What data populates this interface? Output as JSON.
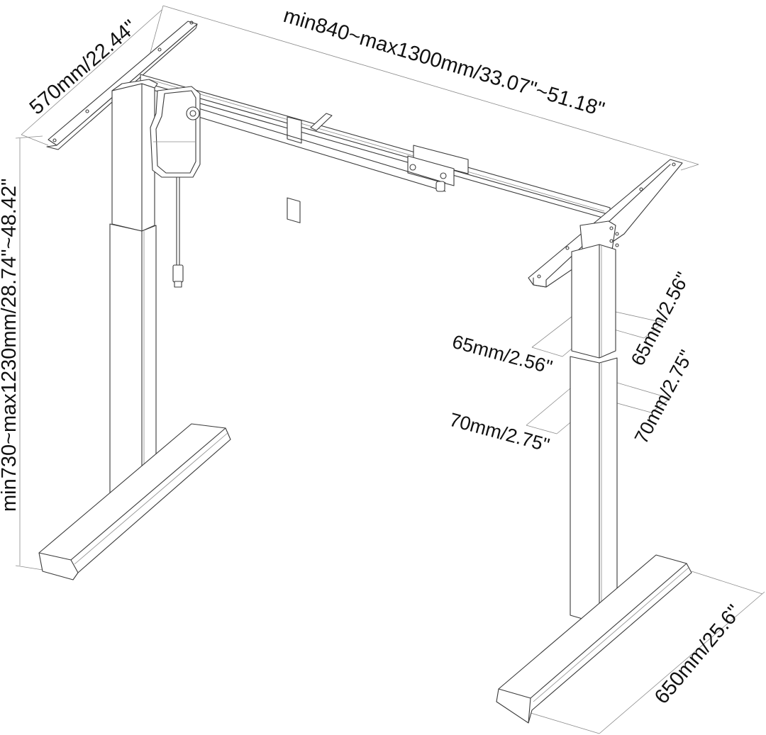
{
  "diagram": {
    "subject": "Electric height-adjustable standing desk frame (single motor)",
    "dimensions": {
      "width": {
        "label": "min840~max1300mm/33.07\"~51.18\"",
        "min_mm": 840,
        "max_mm": 1300,
        "min_in": 33.07,
        "max_in": 51.18
      },
      "top_bracket_depth": {
        "label": "570mm/22.44\"",
        "mm": 570,
        "in": 22.44
      },
      "height": {
        "label": "min730~max1230mm/28.74\"~48.42\"",
        "min_mm": 730,
        "max_mm": 1230,
        "min_in": 28.74,
        "max_in": 48.42
      },
      "upper_column_width": {
        "label": "65mm/2.56\"",
        "mm": 65,
        "in": 2.56
      },
      "upper_column_depth": {
        "label": "65mm/2.56\"",
        "mm": 65,
        "in": 2.56
      },
      "lower_column_width": {
        "label": "70mm/2.75\"",
        "mm": 70,
        "in": 2.75
      },
      "lower_column_depth": {
        "label": "70mm/2.75\"",
        "mm": 70,
        "in": 2.75
      },
      "foot_length": {
        "label": "650mm/25.6\"",
        "mm": 650,
        "in": 25.6
      }
    },
    "components": [
      "top-bracket-left",
      "top-bracket-right",
      "crossbar",
      "motor",
      "power-cable",
      "left-leg",
      "right-leg",
      "left-foot",
      "right-foot"
    ]
  }
}
